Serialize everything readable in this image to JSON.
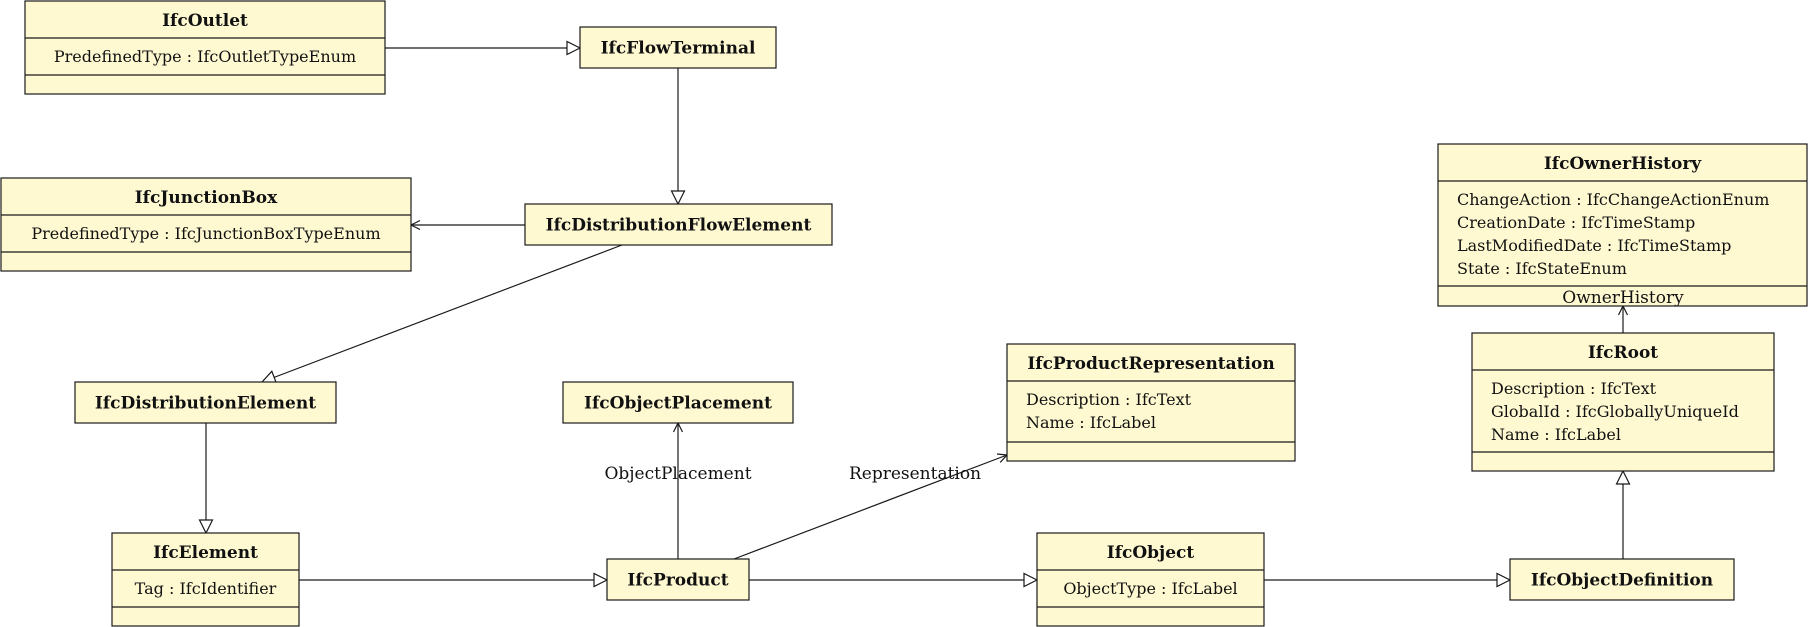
{
  "classes": [
    {
      "id": "ifc-outlet",
      "name": "IfcOutlet",
      "attributes": [
        "PredefinedType : IfcOutletTypeEnum"
      ],
      "has_footer": true
    },
    {
      "id": "ifc-flow-terminal",
      "name": "IfcFlowTerminal",
      "attributes": [],
      "has_footer": false
    },
    {
      "id": "ifc-junction-box",
      "name": "IfcJunctionBox",
      "attributes": [
        "PredefinedType : IfcJunctionBoxTypeEnum"
      ],
      "has_footer": true
    },
    {
      "id": "ifc-distribution-flow-element",
      "name": "IfcDistributionFlowElement",
      "attributes": [],
      "has_footer": false
    },
    {
      "id": "ifc-distribution-element",
      "name": "IfcDistributionElement",
      "attributes": [],
      "has_footer": false
    },
    {
      "id": "ifc-object-placement",
      "name": "IfcObjectPlacement",
      "attributes": [],
      "has_footer": false
    },
    {
      "id": "ifc-product-representation",
      "name": "IfcProductRepresentation",
      "attributes": [
        "Description : IfcText",
        "Name : IfcLabel"
      ],
      "has_footer": true
    },
    {
      "id": "ifc-owner-history",
      "name": "IfcOwnerHistory",
      "attributes": [
        "ChangeAction : IfcChangeActionEnum",
        "CreationDate : IfcTimeStamp",
        "LastModifiedDate : IfcTimeStamp",
        "State : IfcStateEnum"
      ],
      "has_footer": true
    },
    {
      "id": "ifc-root",
      "name": "IfcRoot",
      "attributes": [
        "Description : IfcText",
        "GlobalId : IfcGloballyUniqueId",
        "Name : IfcLabel"
      ],
      "has_footer": true
    },
    {
      "id": "ifc-element",
      "name": "IfcElement",
      "attributes": [
        "Tag : IfcIdentifier"
      ],
      "has_footer": true
    },
    {
      "id": "ifc-product",
      "name": "IfcProduct",
      "attributes": [],
      "has_footer": false
    },
    {
      "id": "ifc-object",
      "name": "IfcObject",
      "attributes": [
        "ObjectType : IfcLabel"
      ],
      "has_footer": true
    },
    {
      "id": "ifc-object-definition",
      "name": "IfcObjectDefinition",
      "attributes": [],
      "has_footer": false
    }
  ],
  "relations": [
    {
      "from": "ifc-outlet",
      "to": "ifc-flow-terminal",
      "kind": "generalization",
      "label": ""
    },
    {
      "from": "ifc-flow-terminal",
      "to": "ifc-distribution-flow-element",
      "kind": "generalization",
      "label": ""
    },
    {
      "from": "ifc-distribution-flow-element",
      "to": "ifc-junction-box",
      "kind": "association",
      "label": ""
    },
    {
      "from": "ifc-distribution-flow-element",
      "to": "ifc-distribution-element",
      "kind": "generalization",
      "label": ""
    },
    {
      "from": "ifc-distribution-element",
      "to": "ifc-element",
      "kind": "generalization",
      "label": ""
    },
    {
      "from": "ifc-element",
      "to": "ifc-product",
      "kind": "generalization",
      "label": ""
    },
    {
      "from": "ifc-product",
      "to": "ifc-object-placement",
      "kind": "association",
      "label": "ObjectPlacement"
    },
    {
      "from": "ifc-product",
      "to": "ifc-product-representation",
      "kind": "association",
      "label": "Representation"
    },
    {
      "from": "ifc-product",
      "to": "ifc-object",
      "kind": "generalization",
      "label": ""
    },
    {
      "from": "ifc-object",
      "to": "ifc-object-definition",
      "kind": "generalization",
      "label": ""
    },
    {
      "from": "ifc-object-definition",
      "to": "ifc-root",
      "kind": "generalization",
      "label": ""
    },
    {
      "from": "ifc-root",
      "to": "ifc-owner-history",
      "kind": "association",
      "label": "OwnerHistory"
    }
  ],
  "colors": {
    "box_fill": "#fff9d2",
    "stroke": "#1a1a1a"
  }
}
